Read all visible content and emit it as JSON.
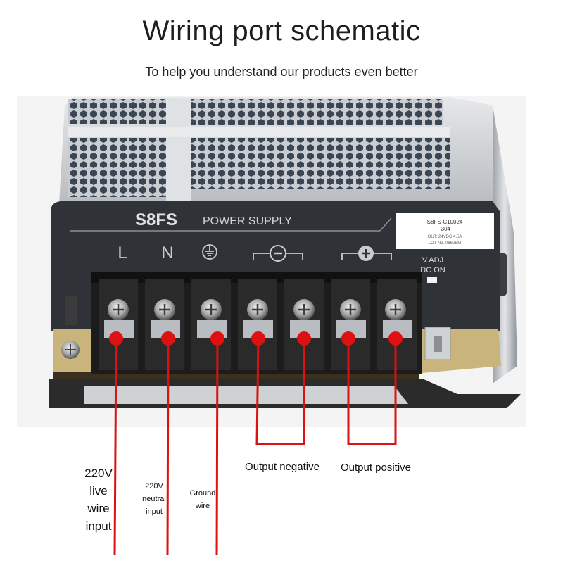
{
  "header": {
    "title": "Wiring port schematic",
    "subtitle": "To help you understand our products even better"
  },
  "device": {
    "model": "S8FS",
    "name": "POWER SUPPLY",
    "terminals": [
      "L",
      "N",
      "ground",
      "minus",
      "minus",
      "plus",
      "plus"
    ],
    "rating_label": {
      "line1": "S8FS-C10024",
      "line2": "-304",
      "line3": "OUT: 24VDC 4.5A",
      "line4": "LOT No. 0662BM"
    },
    "vadj_label": "V.ADJ",
    "dcon_label": "DC ON"
  },
  "labels": {
    "live_line1": "220V",
    "live_line2": "live",
    "live_line3": "wire",
    "live_line4": "input",
    "neutral_line1": "220V",
    "neutral_line2": "neutral",
    "neutral_line3": "input",
    "ground_line1": "Ground",
    "ground_line2": "wire",
    "output_negative": "Output negative",
    "output_positive": "Output positive"
  },
  "colors": {
    "marker_red": "#dd1111",
    "panel_dark": "#2f3338",
    "terminal_block": "#1c1c1c"
  }
}
